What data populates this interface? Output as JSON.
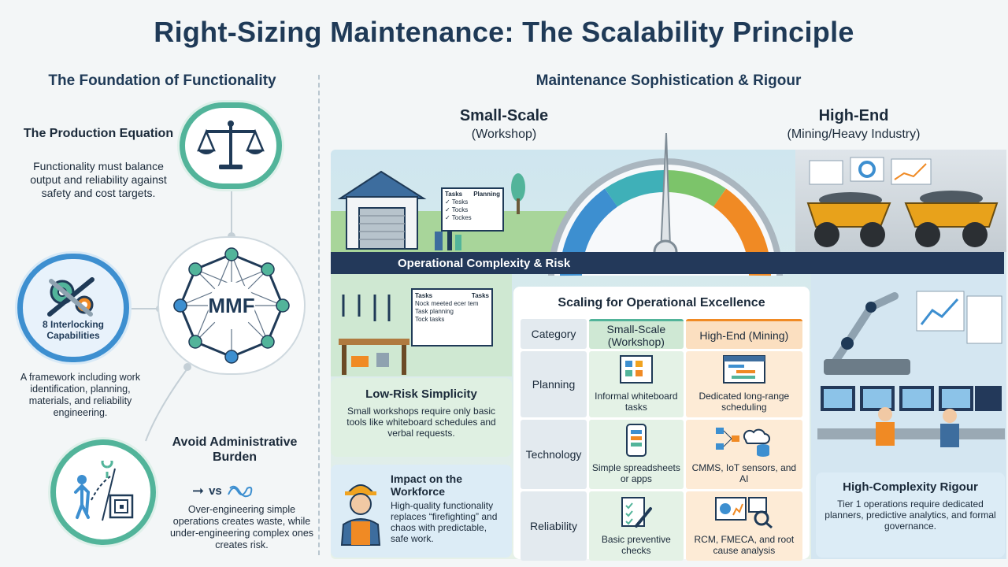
{
  "title": "Right-Sizing Maintenance: The Scalability Principle",
  "left": {
    "heading": "The Foundation of Functionality",
    "production": {
      "title": "The Production Equation",
      "text": "Functionality must balance output and reliability against safety and cost targets."
    },
    "hub_label": "MMF",
    "capabilities": {
      "label": "8 Interlocking Capabilities",
      "text": "A framework including work identification, planning, materials, and reliability engineering."
    },
    "burden": {
      "title": "Avoid Administrative Burden",
      "vs": "vs",
      "text": "Over-engineering simple operations creates waste, while under-engineering complex ones creates risk."
    }
  },
  "right": {
    "heading": "Maintenance Sophistication & Rigour",
    "small_scale": {
      "title": "Small-Scale",
      "sub": "(Workshop)"
    },
    "high_end": {
      "title": "High-End",
      "sub": "(Mining/Heavy Industry)"
    },
    "band_label": "Operational Complexity & Risk",
    "board_small": {
      "col1": "Tasks",
      "col2": "Planning",
      "items": [
        "Tesks",
        "Tocks",
        "Tockes"
      ]
    },
    "board_big": {
      "col1": "Tasks",
      "col2": "Tasks",
      "items": [
        "Nock meeted ecer tem",
        "Task planning",
        "Tock tasks"
      ]
    },
    "low_risk": {
      "title": "Low-Risk Simplicity",
      "text": "Small workshops require only basic tools like whiteboard schedules and verbal requests."
    },
    "workforce": {
      "title": "Impact on the Workforce",
      "text": "High-quality functionality replaces “firefighting” and chaos with predictable, safe work."
    },
    "scaling": {
      "title": "Scaling for Operational Excellence",
      "headers": [
        "Category",
        "Small-Scale (Workshop)",
        "High-End (Mining)"
      ],
      "rows": [
        {
          "category": "Planning",
          "small": "Informal whiteboard tasks",
          "high": "Dedicated long-range scheduling"
        },
        {
          "category": "Technology",
          "small": "Simple spreadsheets or apps",
          "high": "CMMS, IoT sensors, and AI"
        },
        {
          "category": "Reliability",
          "small": "Basic preventive checks",
          "high": "RCM, FMECA, and root cause analysis"
        }
      ]
    },
    "high_complexity": {
      "title": "High-Complexity Rigour",
      "text": "Tier 1 operations require dedicated planners, predictive analytics, and formal governance."
    }
  },
  "colors": {
    "teal": "#52b49a",
    "blue": "#3d8fd0",
    "orange": "#f08a24",
    "navy": "#23395a",
    "green_panel": "#dff0e2",
    "orange_panel": "#fde9d2"
  }
}
